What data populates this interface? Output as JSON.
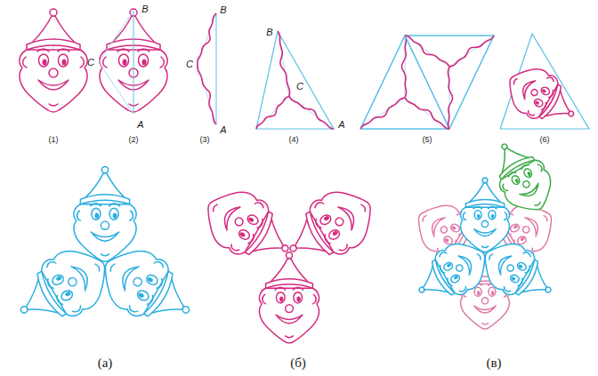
{
  "diagram": {
    "labels": [
      "(1)",
      "B",
      "C",
      "A",
      "(2)",
      "B",
      "C",
      "A",
      "(3)",
      "B",
      "C",
      "A",
      "(4)",
      "(5)",
      "(6)",
      "(а)",
      "(б)",
      "(в)"
    ]
  }
}
